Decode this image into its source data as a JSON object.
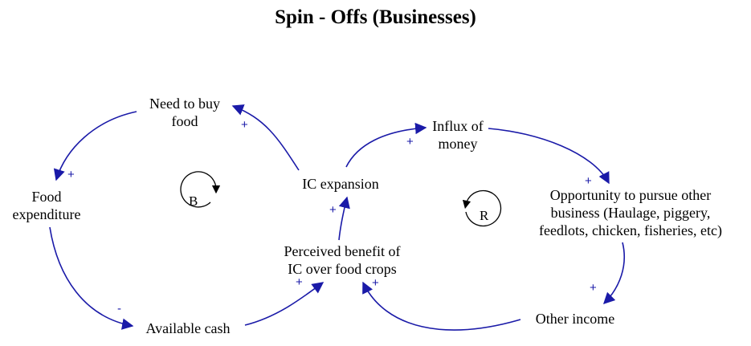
{
  "title": "Spin - Offs (Businesses)",
  "colors": {
    "arrow": "#1a1aa8",
    "loop": "#000000",
    "text": "#000000"
  },
  "nodes": {
    "need_to_buy_food": [
      "Need to buy",
      "food"
    ],
    "food_expenditure": [
      "Food",
      "expenditure"
    ],
    "available_cash": [
      "Available cash"
    ],
    "perceived_benefit": [
      "Perceived benefit of",
      "IC over food crops"
    ],
    "ic_expansion": [
      "IC expansion"
    ],
    "influx_of_money": [
      "Influx of",
      "money"
    ],
    "opportunity": [
      "Opportunity to pursue other",
      "business (Haulage, piggery,",
      "feedlots, chicken, fisheries, etc)"
    ],
    "other_income": [
      "Other income"
    ]
  },
  "links": [
    {
      "from": "ic_expansion",
      "to": "need_to_buy_food",
      "polarity": "+"
    },
    {
      "from": "need_to_buy_food",
      "to": "food_expenditure",
      "polarity": "+"
    },
    {
      "from": "food_expenditure",
      "to": "available_cash",
      "polarity": "-"
    },
    {
      "from": "available_cash",
      "to": "perceived_benefit",
      "polarity": "+"
    },
    {
      "from": "perceived_benefit",
      "to": "ic_expansion",
      "polarity": "+"
    },
    {
      "from": "ic_expansion",
      "to": "influx_of_money",
      "polarity": "+"
    },
    {
      "from": "influx_of_money",
      "to": "opportunity",
      "polarity": "+"
    },
    {
      "from": "opportunity",
      "to": "other_income",
      "polarity": "+"
    },
    {
      "from": "other_income",
      "to": "perceived_benefit",
      "polarity": "+"
    }
  ],
  "loops": [
    {
      "label": "B"
    },
    {
      "label": "R"
    }
  ]
}
